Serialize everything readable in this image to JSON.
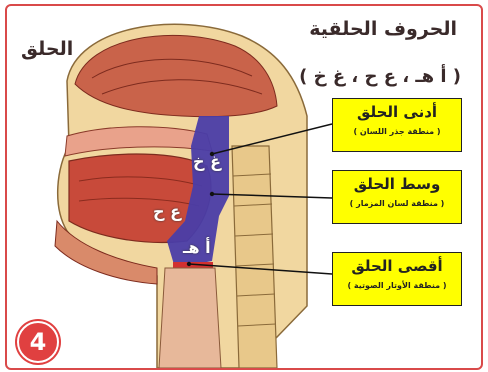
{
  "title": "الحروف الحلقية",
  "subtitle": "( أ هـ ، ع ح ، غ خ )",
  "region_label": "الحلق",
  "labels": [
    {
      "main": "أدنى الحلق",
      "sub": "( منطقة  جذر اللسان )"
    },
    {
      "main": "وسط الحلق",
      "sub": "( منطقة  لسان المزمار )"
    },
    {
      "main": "أقصى الحلق",
      "sub": "( منطقة  الأوتار الصوتية )"
    }
  ],
  "letters": {
    "upper": "غ خ",
    "middle": "ع ح",
    "lower": "أ هـ"
  },
  "badge": "4"
}
